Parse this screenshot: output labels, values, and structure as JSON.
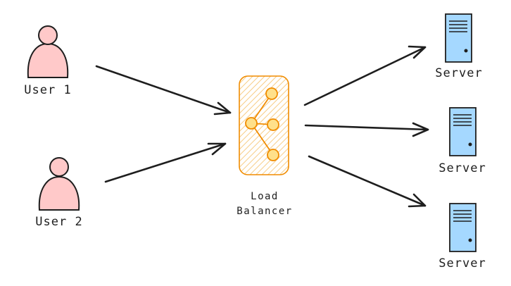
{
  "users": [
    {
      "label": "User 1"
    },
    {
      "label": "User 2"
    }
  ],
  "load_balancer": {
    "label_line1": "Load",
    "label_line2": "Balancer"
  },
  "servers": [
    {
      "label": "Server"
    },
    {
      "label": "Server"
    },
    {
      "label": "Server"
    }
  ],
  "colors": {
    "user_fill": "#ffc9c9",
    "stroke": "#1e1e1e",
    "balancer_fill": "#ffec99",
    "balancer_stroke": "#f08c00",
    "server_fill": "#a5d8ff"
  }
}
